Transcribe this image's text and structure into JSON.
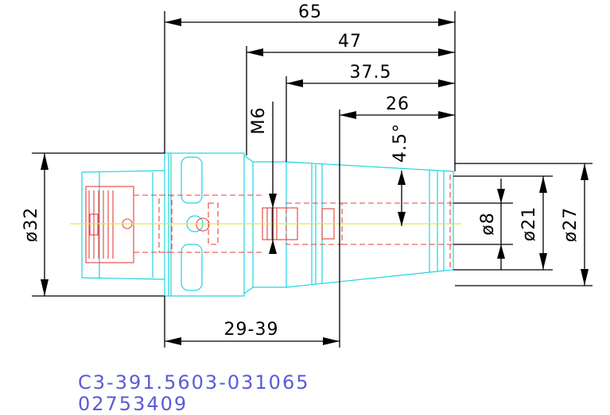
{
  "dimensions": {
    "overall_length": "65",
    "length_47": "47",
    "length_37_5": "37.5",
    "length_26": "26",
    "thread": "M6",
    "taper_angle": "4.5°",
    "dia_32": "ø32",
    "dia_8": "ø8",
    "dia_21": "ø21",
    "dia_27": "ø27",
    "range": "29-39"
  },
  "part": {
    "code": "C3-391.5603-031065",
    "number": "02753409"
  },
  "colors": {
    "outline": "#22d3e0",
    "hidden": "#e8413b",
    "centerline": "#e8e44a",
    "dimension": "#000000",
    "part_text": "#5b5bd6"
  }
}
